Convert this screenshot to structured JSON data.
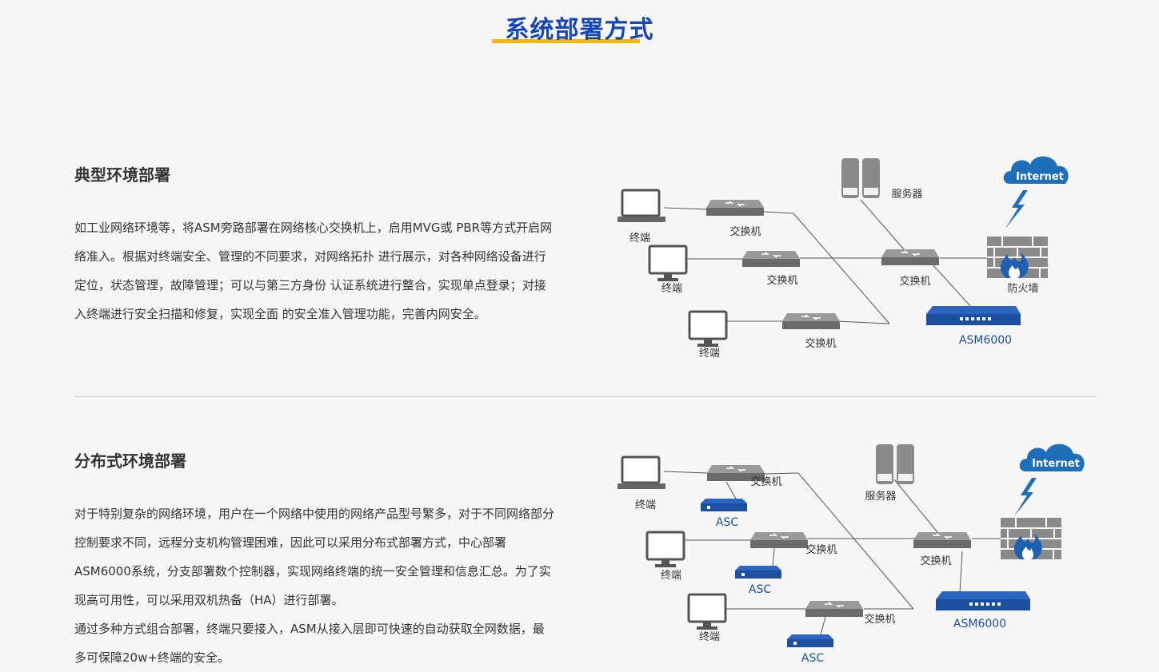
{
  "page": {
    "title": "系统部署方式"
  },
  "sections": [
    {
      "heading": "典型环境部署",
      "paragraphs": [
        "如工业网络环境等，将ASM旁路部署在网络核心交换机上，启用MVG或 PBR等方式开启网络准入。根据对终端安全、管理的不同要求，对网络拓扑 进行展示，对各种网络设备进行定位，状态管理，故障管理；可以与第三方身份 认证系统进行整合，实现单点登录；对接入终端进行安全扫描和修复，实现全面 的安全准入管理功能，完善内网安全。"
      ],
      "diagram": {
        "terminal": "终端",
        "switch": "交换机",
        "server": "服务器",
        "firewall": "防火墙",
        "internet": "Internet",
        "asm": "ASM6000"
      }
    },
    {
      "heading": "分布式环境部署",
      "paragraphs": [
        "对于特别复杂的网络环境，用户在一个网络中使用的网络产品型号繁多，对于不同网络部分控制要求不同，远程分支机构管理困难，因此可以采用分布式部署方式，中心部署ASM6000系统，分支部署数个控制器，实现网络终端的统一安全管理和信息汇总。为了实现高可用性，可以采用双机热备（HA）进行部署。",
        "通过多种方式组合部署，终端只要接入，ASM从接入层即可快速的自动获取全网数据，最多可保障20w+终端的安全。"
      ],
      "diagram": {
        "terminal": "终端",
        "switch": "交换机",
        "server": "服务器",
        "internet": "Internet",
        "asm": "ASM6000",
        "asc": "ASC"
      }
    }
  ],
  "colors": {
    "title_blue": "#1746b8",
    "accent_yellow": "#f6b800",
    "device_blue": "#1c4fa0",
    "cloud_blue": "#1f6fb8"
  }
}
